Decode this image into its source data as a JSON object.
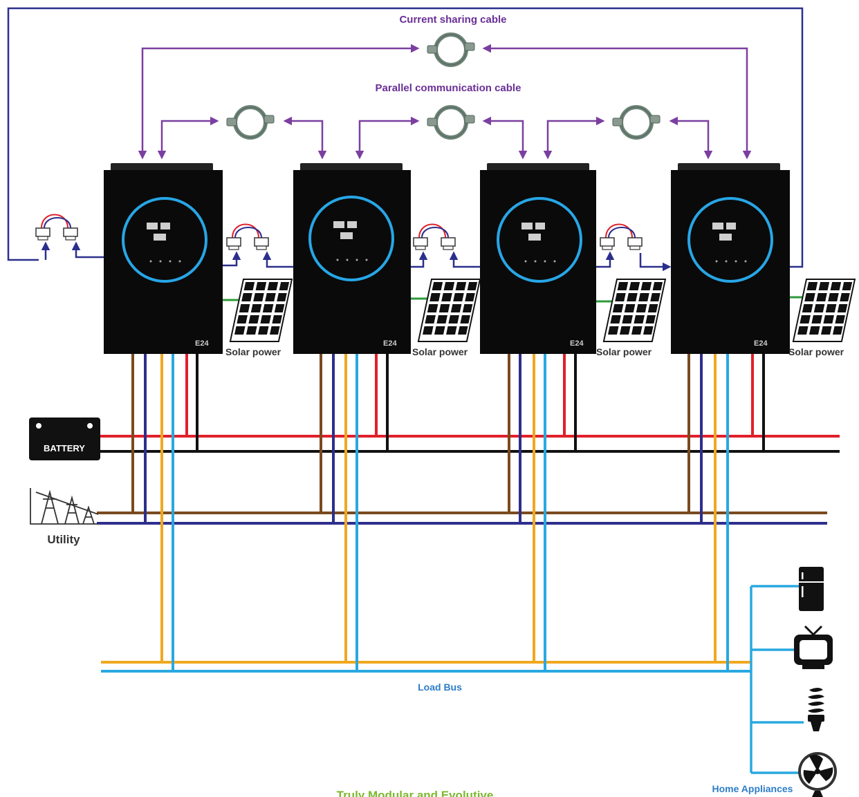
{
  "labels": {
    "current_sharing_cable": "Current sharing cable",
    "parallel_communication_cable": "Parallel communication cable",
    "solar_power": "Solar power",
    "battery": "BATTERY",
    "utility": "Utility",
    "load_bus": "Load Bus",
    "home_appliances": "Home Appliances",
    "footer": "Truly Modular and Evolutive",
    "inverter_brand": "E24"
  },
  "inverters": [
    {
      "id": 1
    },
    {
      "id": 2
    },
    {
      "id": 3
    },
    {
      "id": 4
    }
  ],
  "appliances": [
    "fridge-icon",
    "tv-icon",
    "cfl-bulb-icon",
    "fan-icon"
  ],
  "colors": {
    "current_sharing_wire": "#2b2f8c",
    "parallel_comm_wire": "#7b3fa0",
    "cable_body": "#6f8479",
    "battery_positive": "#e0202a",
    "battery_negative": "#111111",
    "utility_line": "#7a4a1e",
    "utility_neutral": "#2e2e8c",
    "load_line": "#f0a820",
    "load_neutral": "#29a8e0",
    "pv_link": "#2e9a3a",
    "display_ring": "#27a6e6",
    "label_purple": "#6a2f96",
    "label_blue": "#2d7dc8",
    "footer_green": "#7cb82f"
  }
}
